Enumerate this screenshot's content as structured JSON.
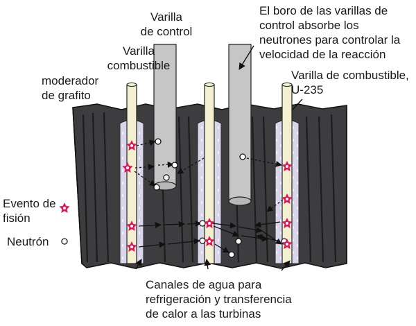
{
  "labels": {
    "control_rod": "Varilla\nde control",
    "boron_note": "El boro de las varillas de\ncontrol absorbe los\nneutrones para controlar la\nvelocidad de la reacción",
    "fuel_rod": "Varilla\ncombustible",
    "fuel_rod_u235": "Varilla de combustible,\nU-235",
    "moderator": "moderador\nde grafito",
    "fission_event": "Evento de\nfisión",
    "neutron": "Neutrón",
    "water_channels": "Canales de agua para\nrefrigeración y transferencia\nde calor a las turbinas"
  },
  "colors": {
    "graphite": "#3d3d3f",
    "graphite_stripe": "#1d1d1f",
    "water_channel": "#d9d6ec",
    "fuel_rod": "#f3f0d2",
    "control_rod": "#c6c6c6",
    "fission_star": "#e4125a"
  }
}
